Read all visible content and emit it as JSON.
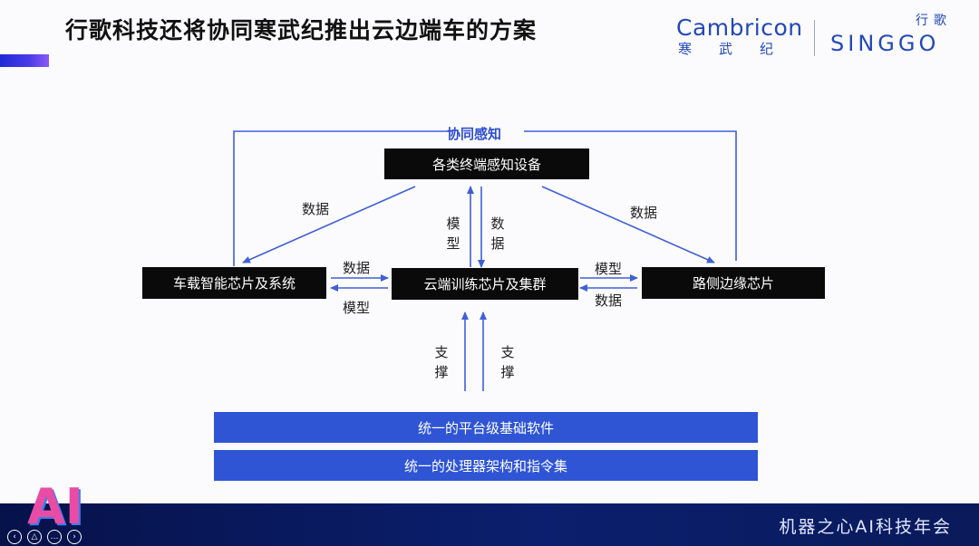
{
  "slide": {
    "title": "行歌科技还将协同寒武纪推出云边端车的方案",
    "footer": "机器之心AI科技年会"
  },
  "logos": {
    "cambricon_en": "Cambricon",
    "cambricon_cn": "寒武纪",
    "singgo_cn": "行歌",
    "singgo_en": "SINGGO"
  },
  "diagram": {
    "top_label": "协同感知",
    "nodes": {
      "devices": "各类终端感知设备",
      "vehicle": "车载智能芯片及系统",
      "cloud": "云端训练芯片及集群",
      "roadside": "路侧边缘芯片"
    },
    "edges": {
      "devices_to_vehicle": "数据",
      "devices_to_roadside": "数据",
      "cloud_to_devices": "模型",
      "devices_to_cloud": "数据",
      "vehicle_to_cloud": "数据",
      "cloud_to_vehicle": "模型",
      "cloud_to_roadside": "模型",
      "roadside_to_cloud": "数据",
      "support_left": "支撑",
      "support_right": "支撑"
    },
    "foundation": [
      "统一的平台级基础软件",
      "统一的处理器架构和指令集"
    ]
  },
  "colors": {
    "arrow": "#3f5fd6",
    "foundation": "#2f55d4",
    "node": "#0a0a0a",
    "band": "#0b1f6e"
  },
  "ai_logo": "AI",
  "player_icons": [
    "back-icon",
    "sound-icon",
    "more-icon",
    "forward-icon"
  ]
}
